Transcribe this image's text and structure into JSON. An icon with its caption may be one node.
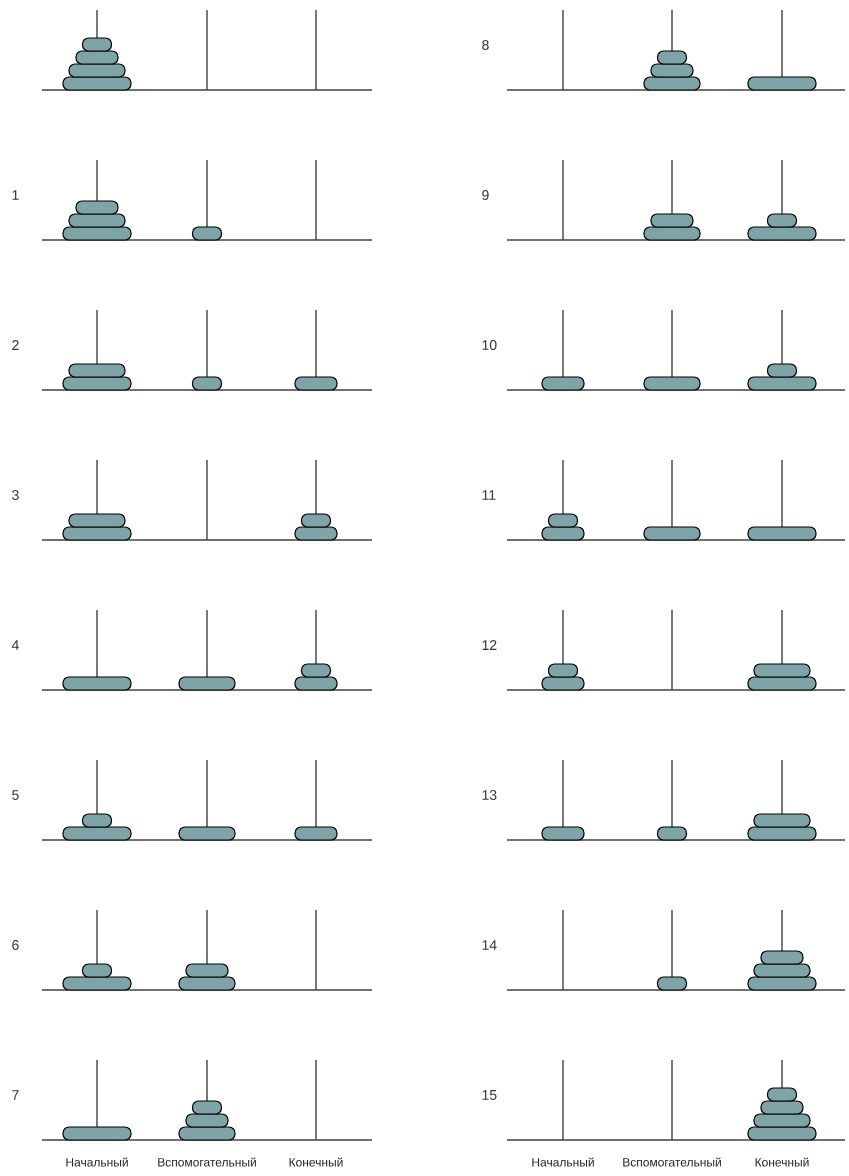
{
  "diagram": {
    "labels": [
      "8",
      "1",
      "9",
      "2",
      "10",
      "3",
      "11",
      "4",
      "12",
      "5",
      "13",
      "6",
      "14",
      "7",
      "15",
      "Начальный",
      "Вспомогательный",
      "Конечный",
      "Начальный",
      "Вспомогательный",
      "Конечный"
    ]
  }
}
